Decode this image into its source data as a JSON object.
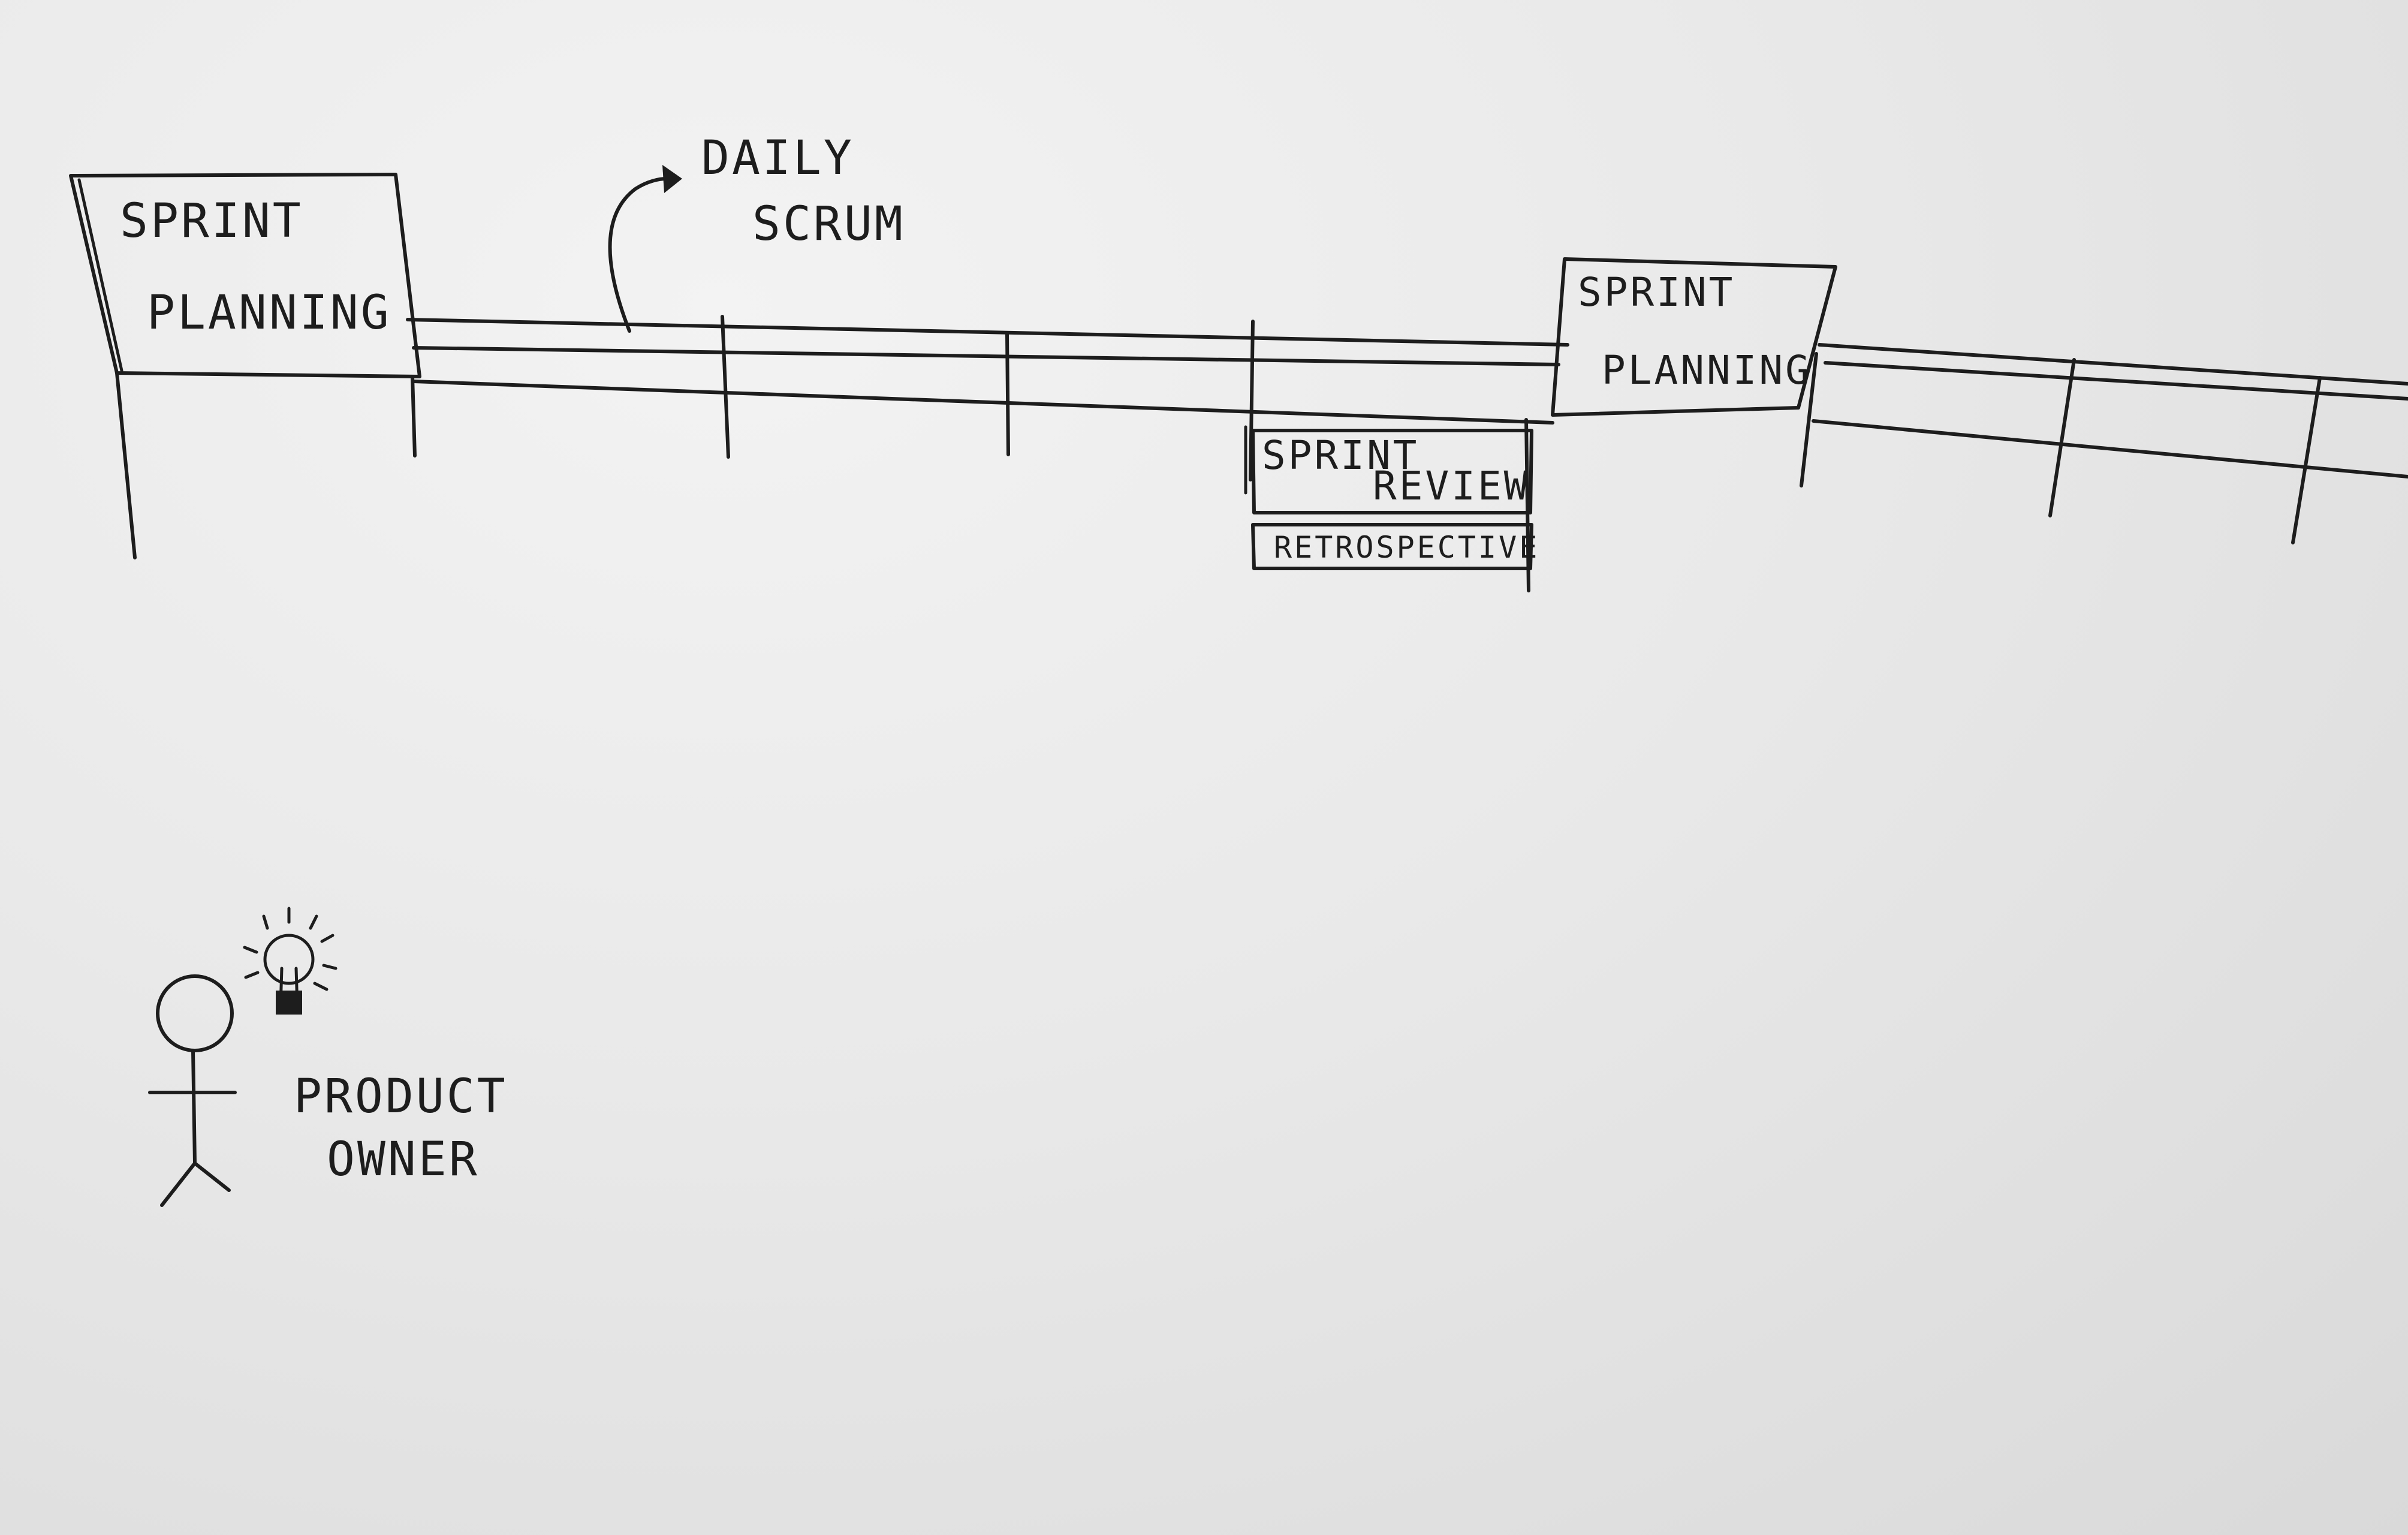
{
  "diagram": {
    "sprint_planning_1": {
      "line1": "SPRINT",
      "line2": "PLANNING"
    },
    "daily_scrum": {
      "line1": "DAILY",
      "line2": "SCRUM"
    },
    "sprint_planning_2": {
      "line1": "SPRINT",
      "line2": "PLANNING"
    },
    "sprint_review": {
      "line1": "SPRINT",
      "line2": "REVIEW"
    },
    "retrospective": {
      "label": "RETROSPECTIVE"
    },
    "product_owner": {
      "line1": "PRODUCT",
      "line2": "OWNER"
    }
  },
  "icons": {
    "stick_figure": "person-icon",
    "idea": "lightbulb-icon",
    "arrow": "curved-arrow-icon"
  },
  "colors": {
    "ink": "#1d1d1d",
    "paper": "#ebebeb"
  }
}
